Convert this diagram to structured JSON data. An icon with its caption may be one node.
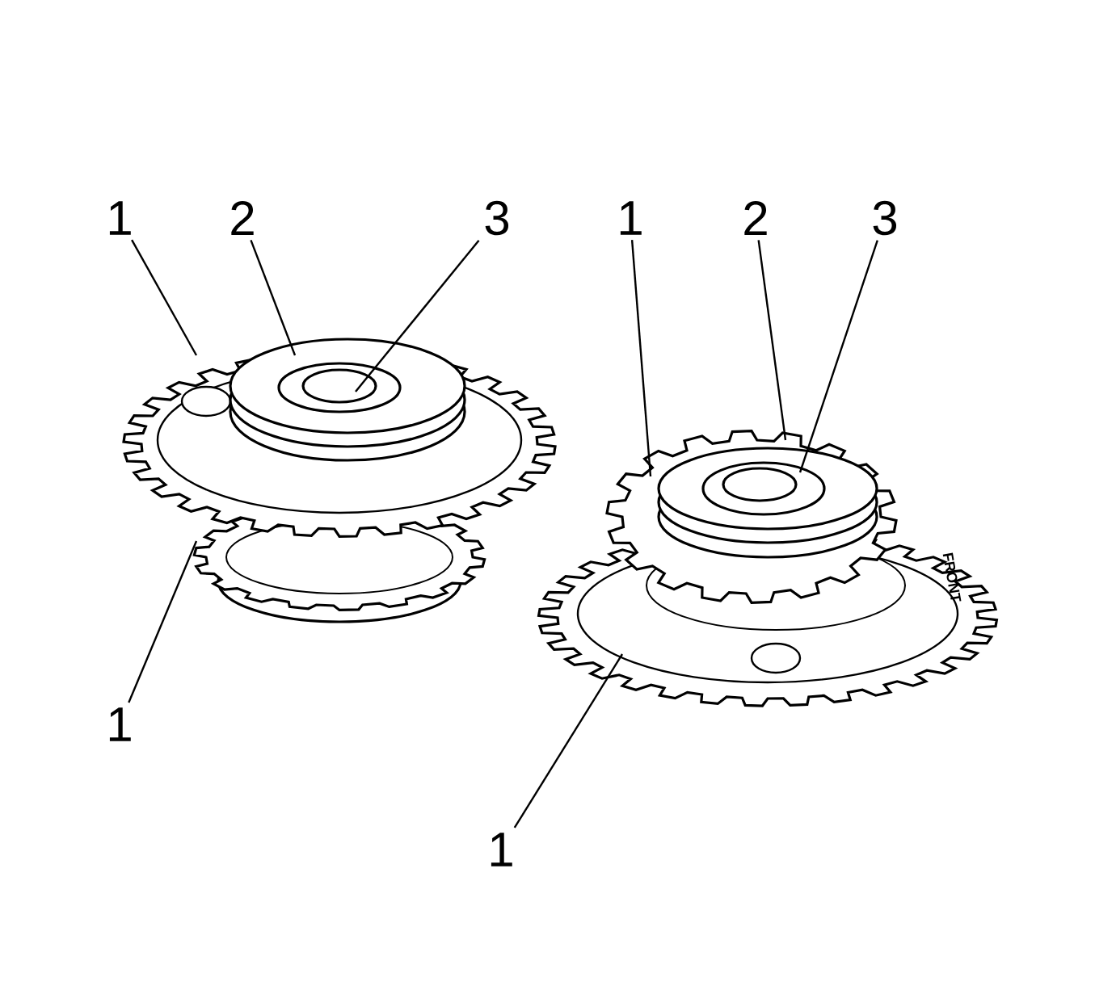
{
  "diagram": {
    "nodes": [
      {
        "text": [
          "1"
        ]
      },
      {
        "text": [
          "2"
        ]
      },
      {
        "text": [
          "3"
        ]
      },
      {
        "text": [
          "1"
        ]
      },
      {
        "text": [
          "2"
        ]
      },
      {
        "text": [
          "3"
        ]
      },
      {
        "text": [
          "1"
        ]
      },
      {
        "text": [
          "1"
        ]
      }
    ],
    "edges": [
      {
        "from": 0,
        "to": null,
        "arrow": "none"
      },
      {
        "from": 1,
        "to": null,
        "arrow": "none"
      },
      {
        "from": 2,
        "to": null,
        "arrow": "none"
      },
      {
        "from": 3,
        "to": null,
        "arrow": "none"
      },
      {
        "from": 4,
        "to": null,
        "arrow": "none"
      },
      {
        "from": 5,
        "to": null,
        "arrow": "none"
      },
      {
        "from": 6,
        "to": null,
        "arrow": "none"
      },
      {
        "from": 7,
        "to": null,
        "arrow": "none"
      }
    ],
    "labels": [
      "FRONT"
    ]
  }
}
